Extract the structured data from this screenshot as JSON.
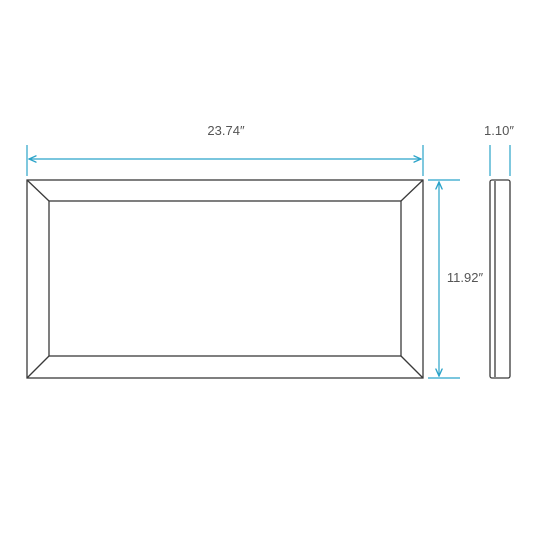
{
  "diagram": {
    "front_view": {
      "width_dimension": "23.74″",
      "height_dimension": "11.92″"
    },
    "side_view": {
      "depth_dimension": "1.10″"
    },
    "colors": {
      "outline": "#3a3a3a",
      "dimension": "#2aa3c9",
      "label": "#555555"
    }
  }
}
